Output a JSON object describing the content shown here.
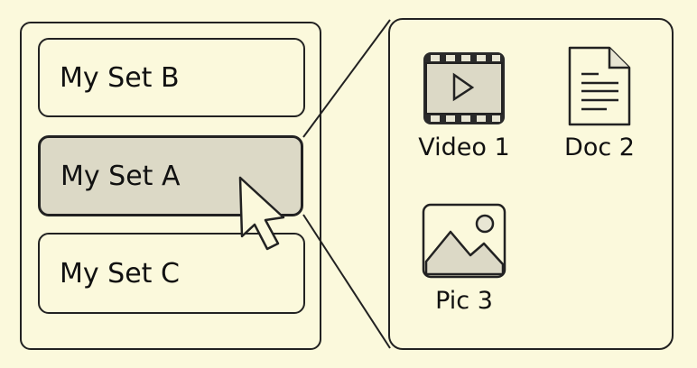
{
  "sets": [
    {
      "label": "My Set B"
    },
    {
      "label": "My Set A",
      "selected": true
    },
    {
      "label": "My Set C"
    }
  ],
  "files": [
    {
      "label": "Video 1",
      "icon": "video-icon"
    },
    {
      "label": "Doc 2",
      "icon": "document-icon"
    },
    {
      "label": "Pic 3",
      "icon": "image-icon"
    }
  ],
  "colors": {
    "background": "#fbf9dc",
    "selected_fill": "#dcd9c6",
    "stroke": "#222222"
  }
}
